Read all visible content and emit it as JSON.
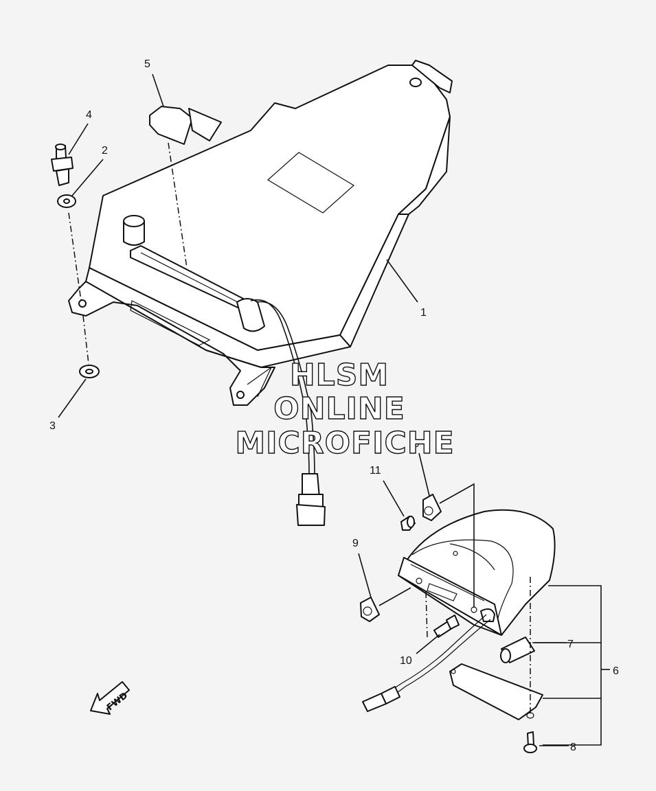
{
  "callouts": [
    {
      "id": "1",
      "label": "1"
    },
    {
      "id": "2",
      "label": "2"
    },
    {
      "id": "3",
      "label": "3"
    },
    {
      "id": "4",
      "label": "4"
    },
    {
      "id": "5",
      "label": "5"
    },
    {
      "id": "6",
      "label": "6"
    },
    {
      "id": "7",
      "label": "7"
    },
    {
      "id": "8",
      "label": "8"
    },
    {
      "id": "9a",
      "label": "9"
    },
    {
      "id": "9b",
      "label": "9"
    },
    {
      "id": "10",
      "label": "10"
    },
    {
      "id": "11",
      "label": "11"
    }
  ],
  "watermark": {
    "line1": "HLSM",
    "line2": "ONLINE",
    "line3": "MICROFICHE"
  },
  "fwd_label": "FWD"
}
